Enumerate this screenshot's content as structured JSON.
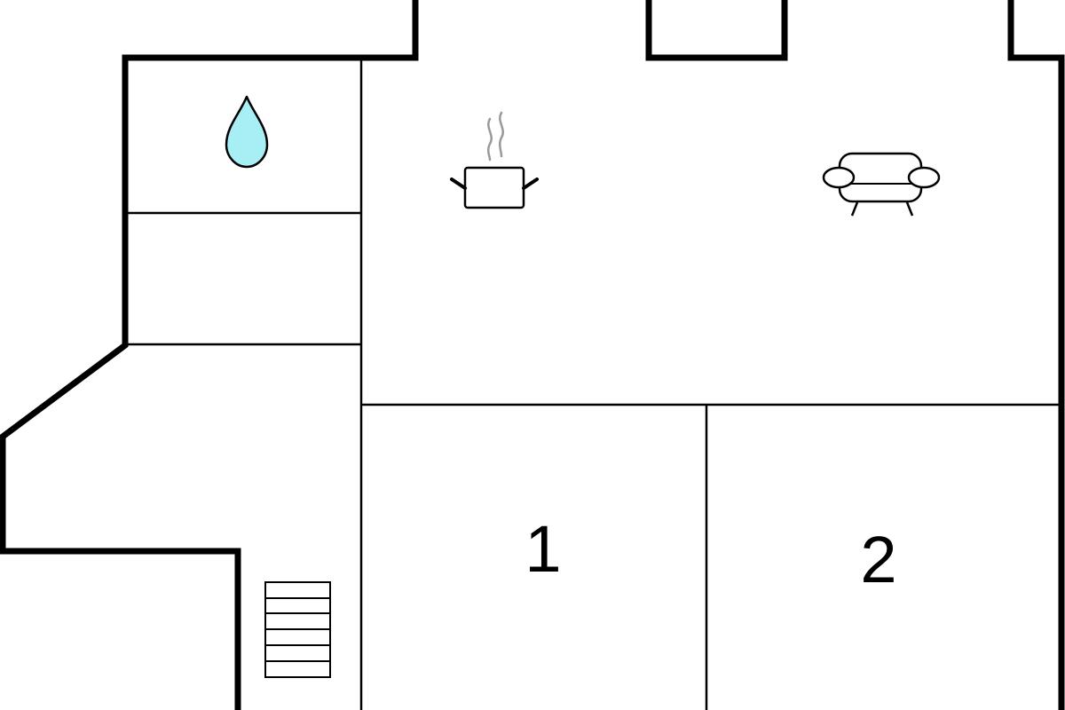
{
  "floorplan": {
    "rooms": [
      {
        "id": "bathroom",
        "icon": "water-drop-icon"
      },
      {
        "id": "storage",
        "icon": ""
      },
      {
        "id": "hallway",
        "icon": "staircase-icon"
      },
      {
        "id": "kitchen-living",
        "icons": [
          "cooking-pot-icon",
          "armchair-icon"
        ]
      },
      {
        "id": "bedroom-1",
        "label": "1"
      },
      {
        "id": "bedroom-2",
        "label": "2"
      }
    ],
    "colors": {
      "walls": "#000000",
      "water_drop_fill": "#a8eef5",
      "steam": "#999999",
      "background": "#ffffff"
    }
  }
}
